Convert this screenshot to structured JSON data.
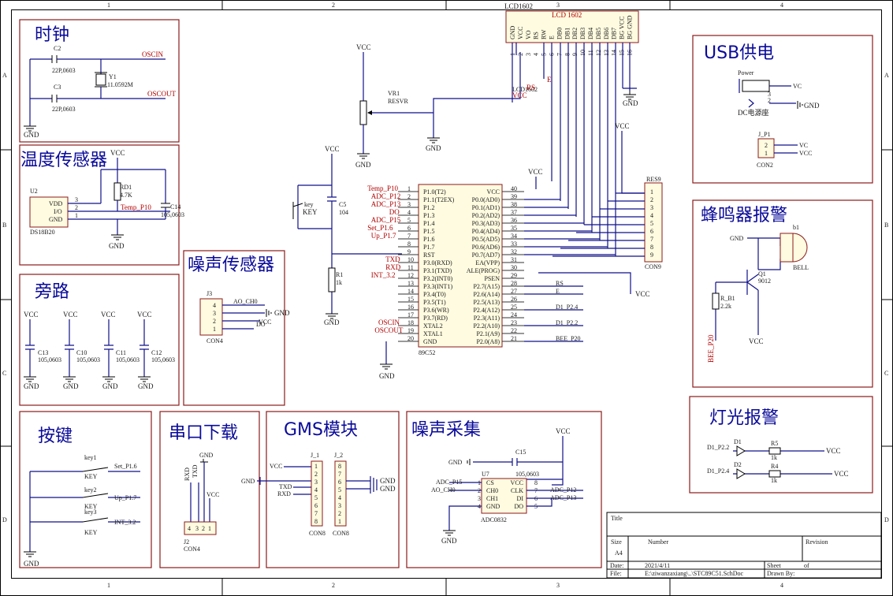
{
  "border": {
    "columns": [
      "1",
      "2",
      "3",
      "4"
    ],
    "rows": [
      "A",
      "B",
      "C",
      "D"
    ]
  },
  "sections": {
    "clock": "时钟",
    "temp": "温度传感器",
    "bypass": "旁路",
    "noise_sensor": "噪声传感器",
    "usb": "USB供电",
    "buzzer": "蜂鸣器报警",
    "light": "灯光报警",
    "keys": "按键",
    "serial": "串口下载",
    "gms": "GMS模块",
    "noise_acq": "噪声采集"
  },
  "labels": {
    "gnd": "GND",
    "vcc": "VCC",
    "vc": "VC",
    "c2": "C2",
    "c2v": "22P,0603",
    "c3": "C3",
    "c3v": "22P,0603",
    "y1": "Y1",
    "y1v": "11.0592M",
    "oscin": "OSCIN",
    "oscout": "OSCOUT",
    "u2": "U2",
    "u2part": "DS18B20",
    "u2_vdd": "VDD",
    "u2_io": "I/O",
    "u2_gnd": "GND",
    "rd1": "RD1",
    "rd1v": "4.7K",
    "c14": "C14",
    "c14v": "105,0603",
    "temp_p10": "Temp_P10",
    "c13": "C13",
    "c10": "C10",
    "c11": "C11",
    "c12": "C12",
    "cap105": "105,0603",
    "j3": "J3",
    "j3part": "CON4",
    "ao_ch0": "AO_CH0",
    "do": "DO",
    "vr1": "VR1",
    "vr1v": "RESVR",
    "key": "key",
    "key_part": "KEY",
    "c5": "C5",
    "c5v": "104",
    "r1": "R1",
    "r1v": "1k",
    "lcd": "LCD1602",
    "lcd_title": "LCD 1602",
    "lcd_pins": [
      "GND",
      "VCC",
      "VO",
      "RS",
      "RW",
      "E",
      "DB0",
      "DB1",
      "DB2",
      "DB3",
      "DB4",
      "DB5",
      "DB6",
      "DB7",
      "BG VCC",
      "BG GND"
    ],
    "lcd_nums": [
      "1",
      "2",
      "3",
      "4",
      "5",
      "6",
      "7",
      "8",
      "9",
      "10",
      "11",
      "12",
      "13",
      "14",
      "15",
      "16"
    ],
    "lcd_sig_vo": "LCD1602",
    "lcd_sig_vcc": "VCC",
    "lcd_sig_rs": "RS",
    "lcd_sig_e": "E",
    "res9": "RES9",
    "con9": "CON9",
    "res_nums": [
      "1",
      "2",
      "3",
      "4",
      "5",
      "6",
      "7",
      "8",
      "9"
    ],
    "u_part": "89C52",
    "mcu_left_names": [
      "P1.0(T2)",
      "P1.1(T2EX)",
      "P1.2",
      "P1.3",
      "P1.4",
      "P1.5",
      "P1.6",
      "P1.7",
      "RST",
      "P3.0(RXD)",
      "P3.1(TXD)",
      "P3.2(INT0)",
      "P3.3(INT1)",
      "P3.4(T0)",
      "P3.5(T1)",
      "P3.6(WR)",
      "P3.7(RD)",
      "XTAL2",
      "XTAL1",
      "GND"
    ],
    "mcu_left_nums": [
      "1",
      "2",
      "3",
      "4",
      "5",
      "6",
      "7",
      "8",
      "9",
      "10",
      "11",
      "12",
      "13",
      "14",
      "15",
      "16",
      "17",
      "18",
      "19",
      "20"
    ],
    "mcu_left_sigs": [
      "Temp_P10",
      "ADC_P12",
      "ADC_P13",
      "DO",
      "ADC_P15",
      "Set_P1.6",
      "Up_P1.7",
      "",
      "",
      "TXD",
      "RXD",
      "INT_3.2",
      "",
      "",
      "",
      "",
      "",
      "OSCIN",
      "OSCOUT",
      ""
    ],
    "mcu_right_names": [
      "VCC",
      "P0.0(AD0)",
      "P0.1(AD1)",
      "P0.2(AD2)",
      "P0.3(AD3)",
      "P0.4(AD4)",
      "P0.5(AD5)",
      "P0.6(AD6)",
      "P0.7(AD7)",
      "EA(VPP)",
      "ALE(PROG)",
      "PSEN",
      "P2.7(A15)",
      "P2.6(A14)",
      "P2.5(A13)",
      "P2.4(A12)",
      "P2.3(A11)",
      "P2.2(A10)",
      "P2.1(A9)",
      "P2.0(A8)"
    ],
    "mcu_right_nums": [
      "40",
      "39",
      "38",
      "37",
      "36",
      "35",
      "34",
      "33",
      "32",
      "31",
      "30",
      "29",
      "28",
      "27",
      "26",
      "25",
      "24",
      "23",
      "22",
      "21"
    ],
    "mcu_right_sigs": [
      "",
      "",
      "",
      "",
      "",
      "",
      "",
      "",
      "",
      "",
      "",
      "",
      "RS",
      "E",
      "",
      "D1_P2.4",
      "",
      "D1_P2.2",
      "",
      "BEE_P20"
    ],
    "power": "Power",
    "dc_jack": "DC电源座",
    "j_p1": "J_P1",
    "con2": "CON2",
    "b1": "b1",
    "bell": "BELL",
    "q1": "Q1",
    "q1v": "9012",
    "r_b1": "R_B1",
    "r_b1v": "2.2k",
    "bee_p20": "BEE_P20",
    "d1": "D1",
    "d2": "D2",
    "r5": "R5",
    "r4": "R4",
    "r1k": "1k",
    "d1_p22": "D1_P2.2",
    "d1_p24": "D1_P2.4",
    "key1": "key1",
    "key2": "key2",
    "key3": "key3",
    "set_p16": "Set_P1.6",
    "up_p17": "Up_P1.7",
    "int_32": "INT_3.2",
    "rxd": "RXD",
    "txd": "TXD",
    "j2": "J2",
    "j2part": "CON4",
    "j_1": "J_1",
    "j_2": "J_2",
    "con8": "CON8",
    "con8_nums": [
      "1",
      "2",
      "3",
      "4",
      "5",
      "6",
      "7",
      "8"
    ],
    "con8_nums_rev": [
      "8",
      "7",
      "6",
      "5",
      "4",
      "3",
      "2",
      "1"
    ],
    "u7": "U7",
    "u7part": "ADC0832",
    "u7_left": [
      "CS",
      "CH0",
      "CH1",
      "GND"
    ],
    "u7_right": [
      "VCC",
      "CLK",
      "DI",
      "DO"
    ],
    "u7_lnums": [
      "1",
      "2",
      "3",
      "4"
    ],
    "u7_rnums": [
      "8",
      "7",
      "6",
      "5"
    ],
    "c15": "C15",
    "c15v": "105,0603",
    "adc_p15": "ADC_P15",
    "adc_p12": "ADC_P12",
    "adc_p13": "ADC_P13",
    "ao_ch0b": "AO_CH0"
  },
  "title_block": {
    "title": "Title",
    "size": "Size",
    "size_val": "A4",
    "number": "Number",
    "revision": "Revision",
    "date_label": "Date:",
    "date": "2021/4/11",
    "sheet": "Sheet",
    "of": "of",
    "file_label": "File:",
    "file": "E:\\ziwanzaxiang\\..\\STC89C51.SchDoc",
    "drawn_by": "Drawn By:"
  },
  "colors": {
    "wire": "#10108a",
    "frame": "#8b1a1a",
    "heading": "#0a0a9a",
    "net_label": "#b00000"
  }
}
